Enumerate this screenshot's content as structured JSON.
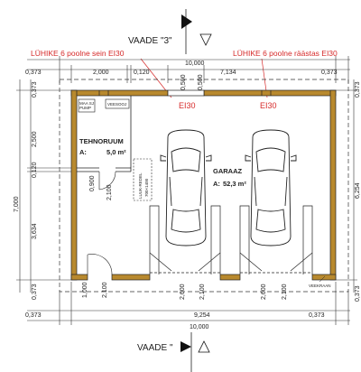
{
  "views": {
    "top": "VAADE \"3\"",
    "bottom": "VAADE \""
  },
  "notes": {
    "left": "LÜHIKE 6 poolne sein EI30",
    "right": "LÜHIKE 6 poolne räästas EI30"
  },
  "fire_labels": [
    "EI30",
    "EI30"
  ],
  "rooms": {
    "tehnoruum": {
      "name": "TEHNORUUM",
      "area_prefix": "A:",
      "area": "5,0 m²"
    },
    "garaaz": {
      "name": "GARAAZ",
      "area_prefix": "A:",
      "area": "52,3 m²"
    }
  },
  "fixtures": {
    "pump": [
      "MAA SJ",
      "PUMP"
    ],
    "boiler": "VEESOOJ",
    "ladder": [
      "LUUK-REDEL",
      "700×1400"
    ],
    "tap": "VEEKRAAN"
  },
  "dims_top": {
    "overall": "10,000",
    "left_gap": "0,373",
    "seg1": "2,000",
    "seg2": "0,120",
    "seg3": "0,500",
    "seg4": "0,500",
    "seg5": "7,134",
    "right_gap": "0,373"
  },
  "dims_left": {
    "outer": "7,000",
    "top_gap": "0,373",
    "seg1": "2,500",
    "seg2": "0,120",
    "seg3": "3,634",
    "bottom_gap": "0,373"
  },
  "dims_right": {
    "inner": "6,254",
    "top_gap": "0,373",
    "bottom_gap": "0,373"
  },
  "dims_inner": {
    "door_w": "0,900",
    "door_h": "2,100",
    "bottom_door_w": "1,000",
    "bottom_door_h": "2,100",
    "gate1_w": "2,600",
    "gate1_h": "2,100",
    "gate2_w": "2,600",
    "gate2_h": "2,100"
  },
  "dims_bottom": {
    "left_gap": "0,373",
    "inner": "9,254",
    "right_gap": "0,373",
    "overall": "10,000"
  }
}
